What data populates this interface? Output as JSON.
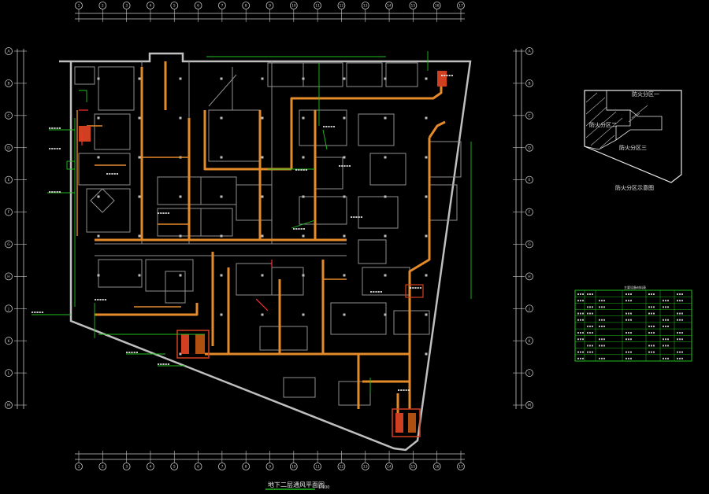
{
  "drawing": {
    "title_text": "地下二层通风平面图",
    "scale_text": "1:100",
    "colors": {
      "background": "#000000",
      "wall": "#bfbfbf",
      "duct": "#e58a2a",
      "grid_line": "#c8c8c8",
      "dim_green": "#20c020",
      "annotation": "#ffffff",
      "table_border": "#20c020",
      "equipment": "#d04020",
      "highlight": "#ff3030"
    }
  },
  "key_plan": {
    "zone_labels": [
      "防火分区一",
      "防火分区二",
      "防火分区三"
    ],
    "caption": "防火分区示意图"
  },
  "equipment_table": {
    "title": "主要设备材料表"
  },
  "grid_axes": {
    "top": [
      "1",
      "2",
      "3",
      "4",
      "5",
      "6",
      "7",
      "8",
      "9",
      "10",
      "11",
      "12",
      "13",
      "14",
      "15",
      "16",
      "17"
    ],
    "left": [
      "A",
      "B",
      "C",
      "D",
      "E",
      "F",
      "G",
      "H",
      "J",
      "K",
      "L",
      "M"
    ]
  },
  "icons": [
    "grid-axis-bubble-icon",
    "fan-icon",
    "diffuser-icon",
    "fire-damper-icon"
  ]
}
